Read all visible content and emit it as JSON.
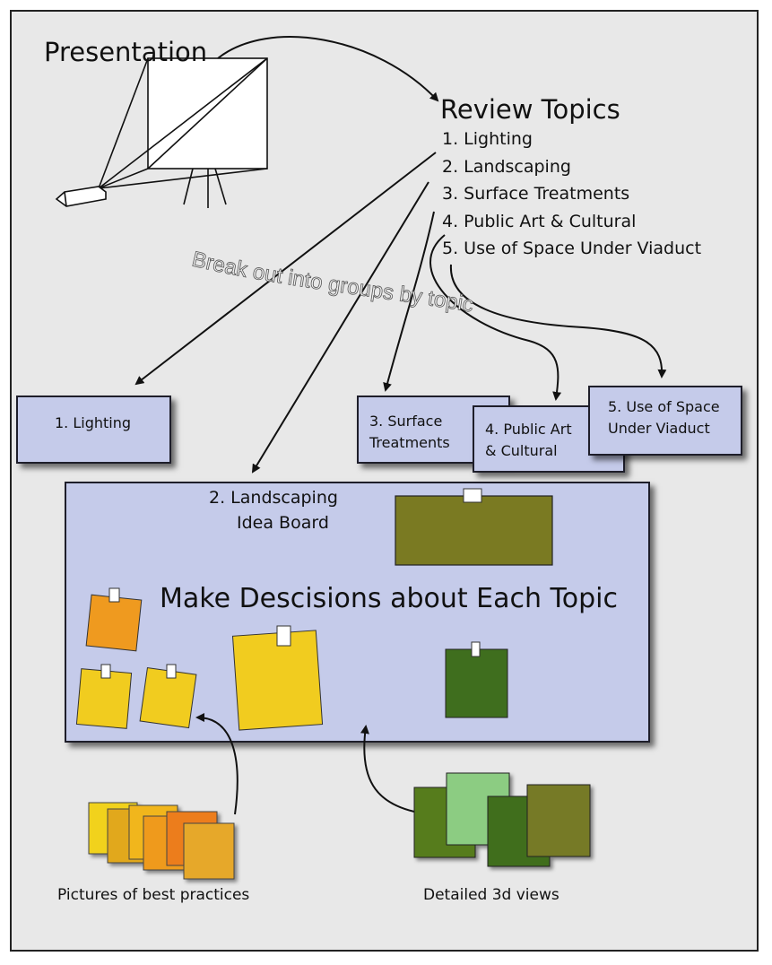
{
  "presentation_label": "Presentation",
  "review": {
    "title": "Review Topics",
    "items": [
      "1. Lighting",
      "2. Landscaping",
      "3. Surface Treatments",
      "4. Public Art & Cultural",
      "5. Use of Space Under Viaduct"
    ]
  },
  "breakout_text": "Break out into groups by topic",
  "groups": {
    "lighting": "1. Lighting",
    "surface_line1": "3. Surface",
    "surface_line2": "Treatments",
    "public_art_line1": "4. Public Art",
    "public_art_line2": "& Cultural",
    "viaduct_line1": "5. Use of Space",
    "viaduct_line2": "Under Viaduct"
  },
  "board": {
    "label_line1": "2. Landscaping",
    "label_line2": "Idea Board",
    "heading": "Make Descisions about Each Topic"
  },
  "captions": {
    "best_practices": "Pictures of best practices",
    "views_3d": "Detailed 3d views"
  },
  "colors": {
    "frame_bg": "#e8e8e8",
    "box_fill": "#c5cbea",
    "olive": "#7a7a22",
    "dark_green": "#3f6e1e",
    "orange": "#ef9a1f",
    "yellow": "#f1cc1f",
    "light_green": "#8ccc82"
  }
}
